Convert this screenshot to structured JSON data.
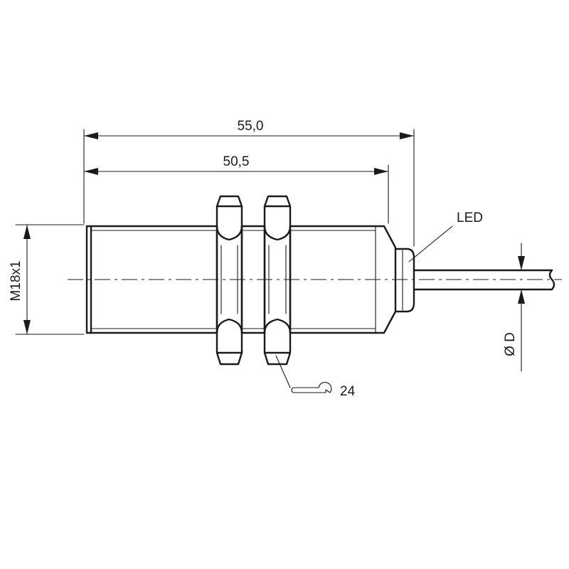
{
  "dimensions": {
    "overall_length": "55,0",
    "thread_length": "50,5",
    "thread": "M18x1",
    "cable_diameter": "Ø D",
    "wrench_size": "24"
  },
  "labels": {
    "led": "LED"
  },
  "icons": {
    "wrench": "open-end-wrench-icon"
  }
}
